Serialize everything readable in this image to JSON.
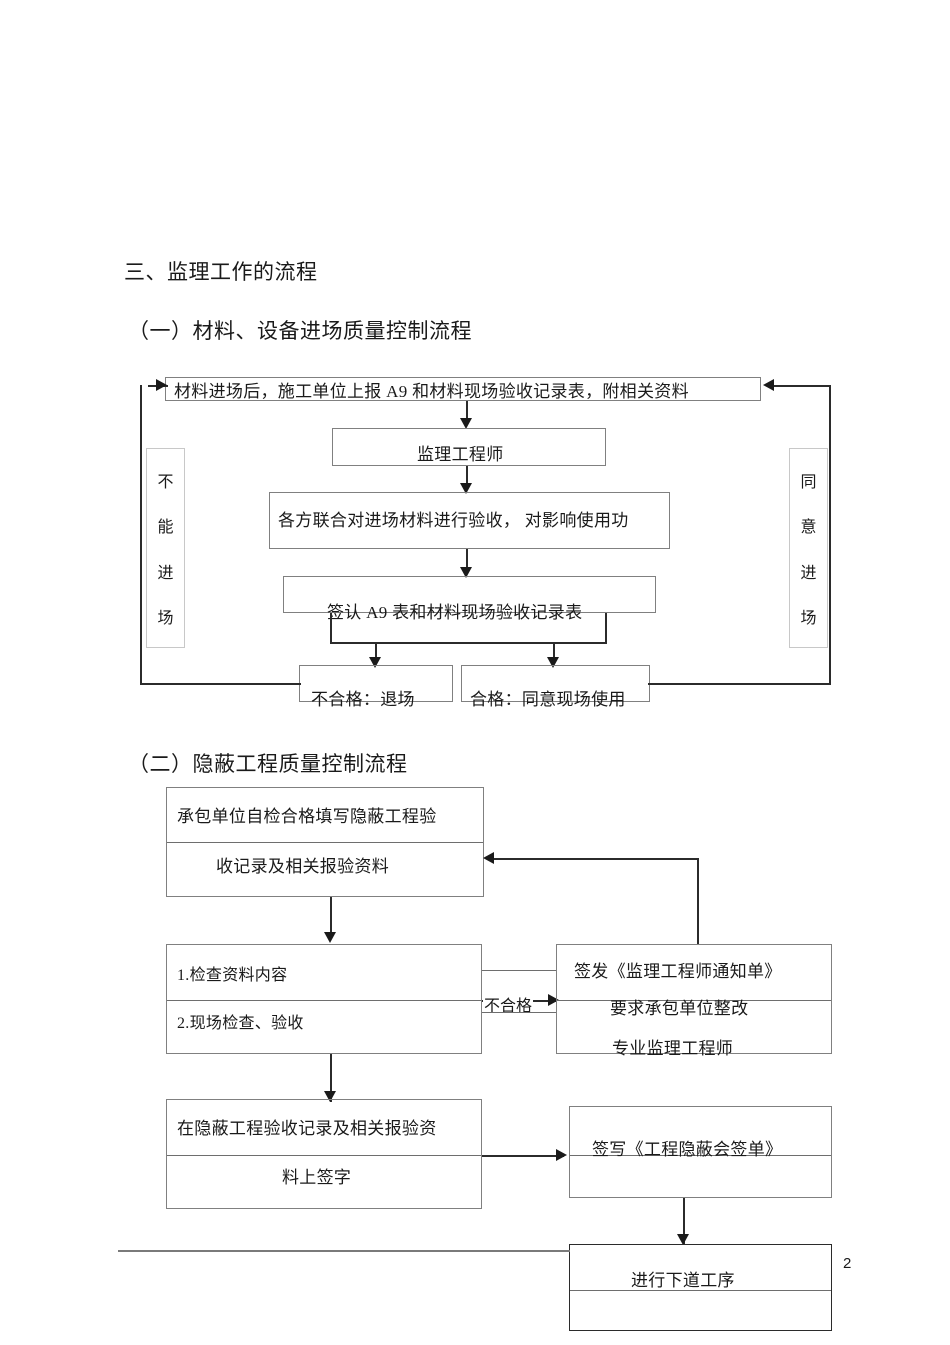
{
  "document": {
    "page_number": "2",
    "section_heading": "三、监理工作的流程"
  },
  "flow1": {
    "heading": "（一）材料、设备进场质量控制流程",
    "nodes": {
      "intake": "材料进场后，施工单位上报  A9 和材料现场验收记录表，附相关资料",
      "engineer": "监理工程师",
      "joint_check": "各方联合对进场材料进行验收，   对影响使用功",
      "sign_a9": "签认 A9 表和材料现场验收记录表",
      "fail": "不合格：退场",
      "pass": "合格：同意现场使用"
    },
    "side_labels": {
      "left": [
        "不",
        "能",
        "进",
        "场"
      ],
      "right": [
        "同",
        "意",
        "进",
        "场"
      ]
    }
  },
  "flow2": {
    "heading": "（二）隐蔽工程质量控制流程",
    "nodes": {
      "self_check_line1": "承包单位自检合格填写隐蔽工程验",
      "self_check_line2": "收记录及相关报验资料",
      "review_line1": "1.检查资料内容",
      "review_line2": "2.现场检查、验收",
      "notice_line1": "签发《监理工程师通知单》",
      "notice_line2": "要求承包单位整改",
      "notice_line3": "专业监理工程师",
      "sign_line1": "在隐蔽工程验收记录及相关报验资",
      "sign_line2": "料上签字",
      "joint_sign": "签写《工程隐蔽会签单》",
      "next_step": "进行下道工序"
    },
    "edge_labels": {
      "reject": "不合格"
    }
  }
}
